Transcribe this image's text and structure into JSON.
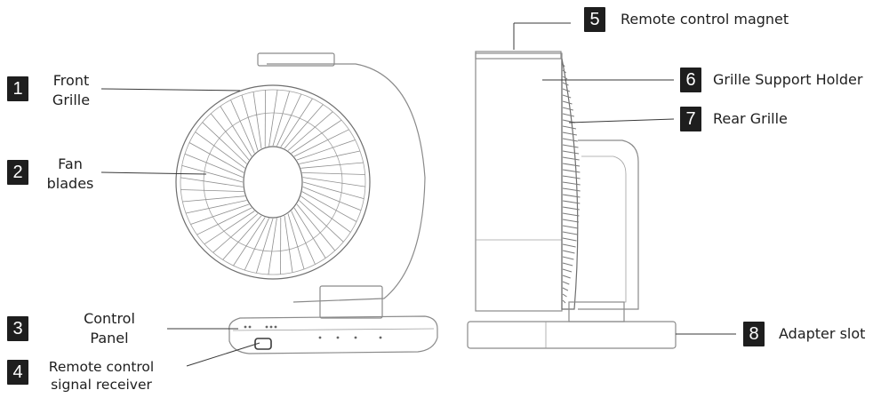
{
  "callouts": [
    {
      "number": "1",
      "lines": [
        "Front",
        "Grille"
      ]
    },
    {
      "number": "2",
      "lines": [
        "Fan",
        "blades"
      ]
    },
    {
      "number": "3",
      "lines": [
        "Control",
        "Panel"
      ]
    },
    {
      "number": "4",
      "lines": [
        "Remote control",
        "signal receiver"
      ]
    },
    {
      "number": "5",
      "lines": [
        "Remote control magnet"
      ]
    },
    {
      "number": "6",
      "lines": [
        "Grille Support Holder"
      ]
    },
    {
      "number": "7",
      "lines": [
        "Rear Grille"
      ]
    },
    {
      "number": "8",
      "lines": [
        "Adapter slot"
      ]
    }
  ],
  "colors": {
    "badge_fill": "#1e1e1e",
    "badge_text": "#ffffff",
    "outline": "#8a8a8a",
    "leader_line": "#3a3a3a"
  }
}
